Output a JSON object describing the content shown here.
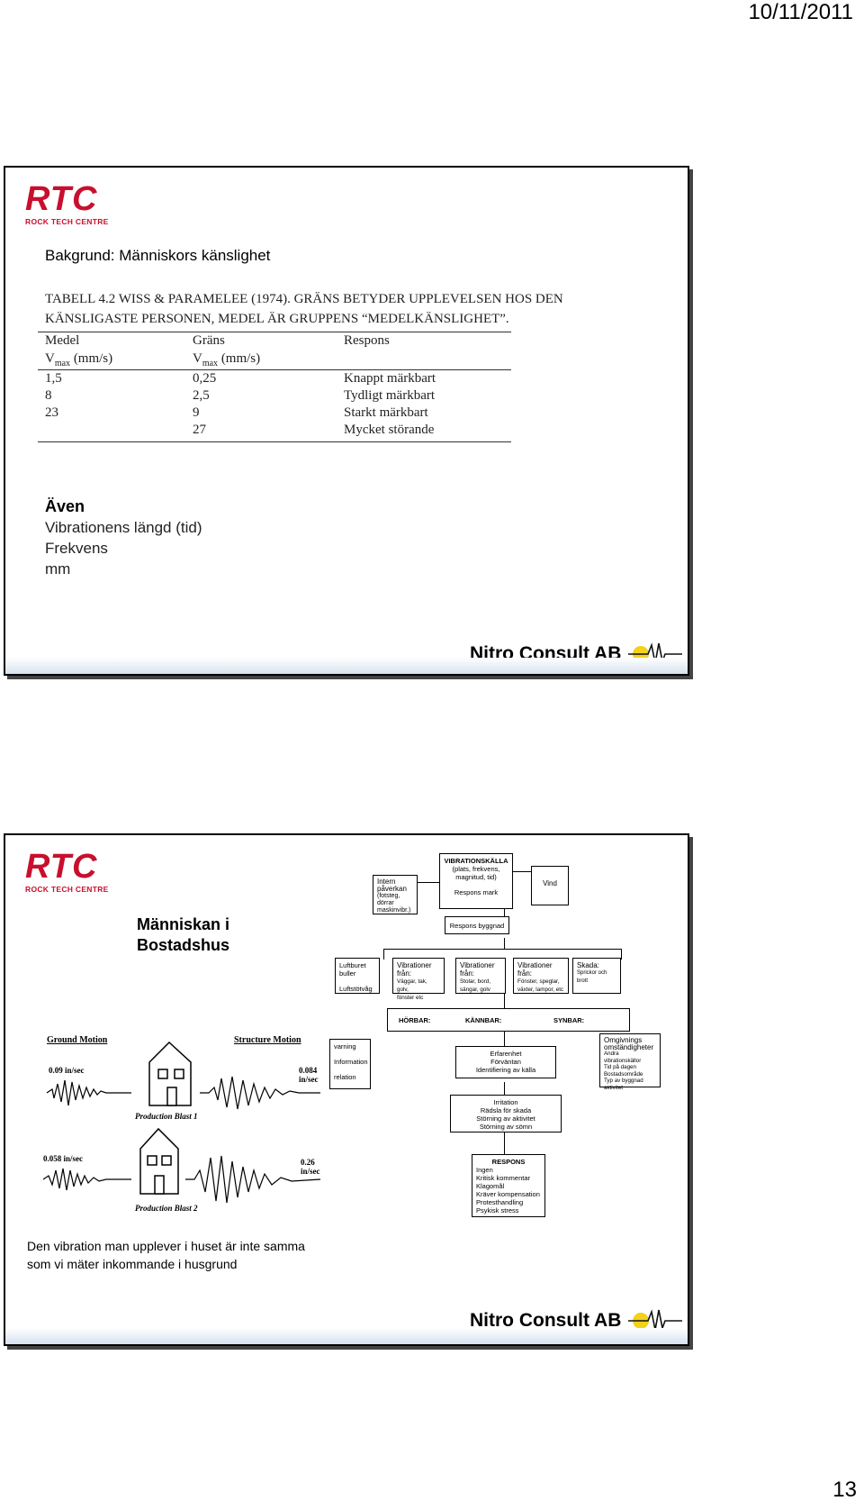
{
  "page": {
    "date": "10/11/2011",
    "page_number": "13"
  },
  "slide1": {
    "logo": {
      "big": "RTC",
      "small": "ROCK TECH CENTRE"
    },
    "heading": "Bakgrund: Människors känslighet",
    "caption_line1": "TABELL 4.2 WISS & PARAMELEE (1974). GRÄNS BETYDER UPPLEVELSEN HOS DEN",
    "caption_line2": "KÄNSLIGASTE PERSONEN, MEDEL ÄR GRUPPENS “MEDELKÄNSLIGHET”.",
    "table": {
      "header1": [
        "Medel",
        "Gräns",
        "Respons"
      ],
      "header2": [
        "Vmax (mm/s)",
        "Vmax (mm/s)",
        ""
      ],
      "rows": [
        [
          "1,5",
          "0,25",
          "Knappt märkbart"
        ],
        [
          "8",
          "2,5",
          "Tydligt märkbart"
        ],
        [
          "23",
          "9",
          "Starkt märkbart"
        ],
        [
          "",
          "27",
          "Mycket störande"
        ]
      ]
    },
    "also_title": "Även",
    "also_items": [
      "Vibrationens längd (tid)",
      "Frekvens",
      "mm"
    ],
    "footer_brand": "Nitro Consult AB"
  },
  "slide2": {
    "logo": {
      "big": "RTC",
      "small": "ROCK TECH CENTRE"
    },
    "title_line1": "Människan i",
    "title_line2": "Bostadshus",
    "illustration": {
      "ground_motion": "Ground Motion",
      "structure_motion": "Structure Motion",
      "v1": "0.09 in/sec",
      "v2": "0.084 in/sec",
      "blast1": "Production Blast 1",
      "v3": "0.058 in/sec",
      "v4": "0.26 in/sec",
      "blast2": "Production Blast 2"
    },
    "diagram": {
      "source_title": "VIBRATIONSKÄLLA",
      "source_sub1": "(plats, frekvens,",
      "source_sub2": "magnitud, tid)",
      "intern": [
        "Intern",
        "påverkan",
        "(fotsteg, dörrar",
        "maskinvibr.)"
      ],
      "respons_mark": "Respons mark",
      "respons_byggnad": "Respons byggnad",
      "vind": "Vind",
      "luftburet": [
        "Luftburet",
        "buller",
        "Luftstötvåg"
      ],
      "vib1": [
        "Vibrationer",
        "från:",
        "Väggar, tak, golv,",
        "fönster etc"
      ],
      "vib2": [
        "Vibrationer",
        "från:",
        "Stolar, bord,",
        "sängar, golv"
      ],
      "vib3": [
        "Vibrationer",
        "från:",
        "Fönster, speglar,",
        "växter, lampor, etc"
      ],
      "skada": [
        "Skada:",
        "Sprickor och brott"
      ],
      "horbar": "HÖRBAR:",
      "kannbar": "KÄNNBAR:",
      "synbar": "SYNBAR:",
      "varning": [
        "varning",
        "Information",
        "relation"
      ],
      "erfarenhet": [
        "Erfarenhet",
        "Förväntan",
        "Identifiering av källa"
      ],
      "omgivning": [
        "Omgivnings",
        "omständigheter",
        "Andra vibrationskällor",
        "Tid på dagen",
        "Bostadsområde",
        "Typ av byggnad",
        "aktivitet"
      ],
      "irritation": [
        "Irritation",
        "Rädsla för skada",
        "Störning av aktivitet",
        "Störning av sömn"
      ],
      "respons_title": "RESPONS",
      "respons_items": [
        "Ingen",
        "Kritisk kommentar",
        "Klagomål",
        "Kräver kompensation",
        "Protesthandling",
        "Psykisk stress"
      ]
    },
    "note_line1": "Den vibration man upplever i huset är inte samma",
    "note_line2": "som vi mäter inkommande i husgrund",
    "footer_brand": "Nitro Consult AB"
  }
}
